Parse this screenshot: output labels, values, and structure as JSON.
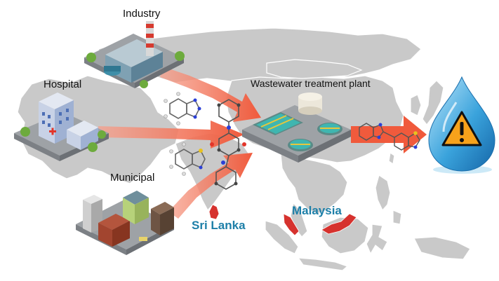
{
  "labels": {
    "industry": "Industry",
    "hospital": "Hospital",
    "municipal": "Municipal",
    "plant": "Wastewater treatment plant",
    "sri_lanka": "Sri Lanka",
    "malaysia": "Malaysia"
  },
  "icons": {
    "warning": "exclamation-warning-icon",
    "droplet": "water-droplet-icon"
  },
  "colors": {
    "map_land": "#c9c9c9",
    "map_border": "#ffffff",
    "arrow": "#f06a4f",
    "highlight_country": "#d6322e",
    "country_label": "#1d7fa8",
    "droplet": "#3aa3dc",
    "warning": "#f7a21b"
  }
}
